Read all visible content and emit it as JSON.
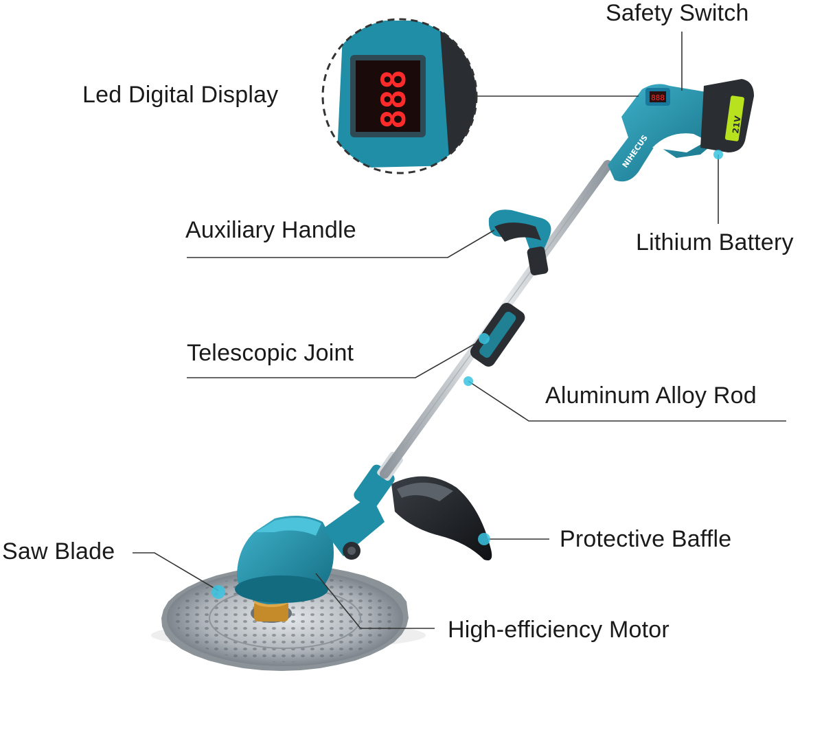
{
  "labels": {
    "safety_switch": "Safety Switch",
    "led_digital_display": "Led Digital Display",
    "auxiliary_handle": "Auxiliary Handle",
    "lithium_battery": "Lithium Battery",
    "telescopic_joint": "Telescopic Joint",
    "aluminum_alloy_rod": "Aluminum Alloy Rod",
    "protective_baffle": "Protective Baffle",
    "saw_blade": "Saw Blade",
    "high_efficiency_motor": "High-efficiency Motor"
  },
  "product": {
    "brand_mark": "NIHECUS",
    "battery_voltage": "21V",
    "display_digits": "888"
  },
  "colors": {
    "body": "#1f8ea6",
    "body_dark": "#136b80",
    "rod": "#c9ced3",
    "grip": "#2a2e33",
    "battery_accent": "#b7e21d",
    "led": "#ff2a2a",
    "blade": "#9aa1a7"
  }
}
